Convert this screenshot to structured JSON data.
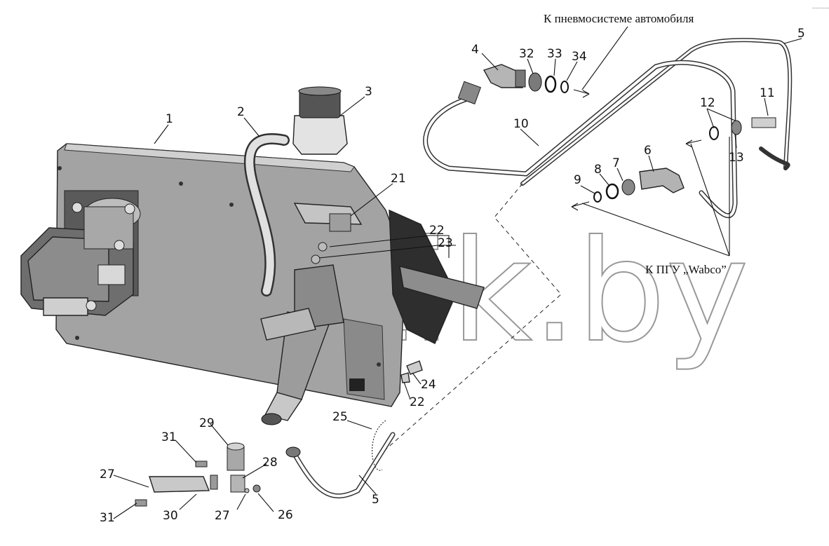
{
  "captions": {
    "pneumo": "К пневмосистеме автомобиля",
    "kpu": "К ПГУ „Wabco”"
  },
  "watermark": "mazik.by",
  "corner_mark": "..............",
  "callouts": [
    "1",
    "2",
    "3",
    "4",
    "32",
    "33",
    "34",
    "5",
    "11",
    "12",
    "13",
    "10",
    "6",
    "7",
    "8",
    "9",
    "21",
    "22",
    "23",
    "24",
    "22",
    "25",
    "5",
    "29",
    "31",
    "28",
    "27",
    "30",
    "27",
    "26",
    "31"
  ],
  "colors": {
    "ink": "#111111",
    "part_fill": "#9a9a9a",
    "dark_fill": "#4a4a4a",
    "light_fill": "#d6d6d6"
  }
}
